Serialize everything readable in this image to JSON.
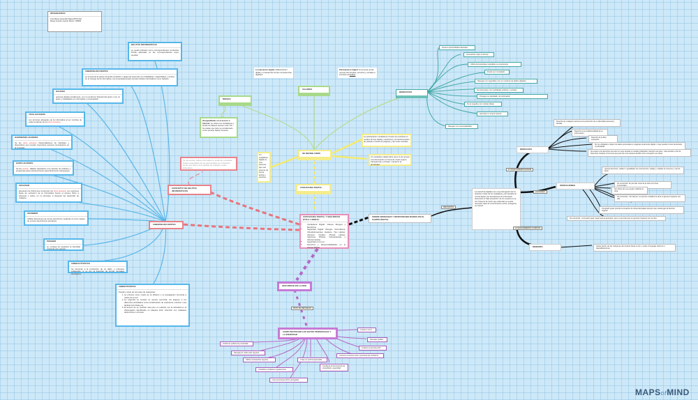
{
  "info": {
    "title": "INTEGRANTES",
    "lines": [
      "Ana María Jaramillo Mejía 8576 001",
      "Diego Andrés Guarín Marín 718966"
    ]
  },
  "left": {
    "hub": "CIBERDELINCUENTES",
    "concept_hub": "CONCEPTO DE DELITOS INFORMATICOS",
    "concept_text": "Se denominan delitos informáticos a todas las conductas ilícitas susceptibles de ser sancionadas por el derecho penal, que hacen uso indebido de cualquier medio informático.",
    "boxes": [
      {
        "title": "DELITOS INFORMATICOS",
        "body": "es ayudá indicado como correspondientes conductas ilícitas aplicadas en las correspondientes leyes penales"
      },
      {
        "title": "CIBERDELINCUENTES",
        "body": "se encuentra la gestá contenido al delinfo o atago las personas con habilidades, capacidades y recelos en el manejo de la informática y la computadora para cometer delitos informáticos como hackers."
      },
      {
        "title": "HACKER",
        "body": "persona dotada socialmente, con un conforme historial del grant o con un gusto y habilidades en informática y computación"
      },
      {
        "title": "TECH HACKERS",
        "body": "Los términos alineados de la informática al ser muchas de estas tendiente de los",
        "red": "otros sucesos."
      },
      {
        "title": "HARDWARE HACKERS",
        "pre": "Se les",
        "red": "otros sucesos",
        "body": ". Desarrolladores de hardware y dispositivos que prestan importante avances tecnológicos en la sociedad."
      },
      {
        "title": "HARD HACKERS",
        "pre": "Se les",
        "red": "conoce",
        "body": ". Hábiles diseñados a la creación de software y programas para entretenimiento específicamente videojuegos."
      },
      {
        "title": "CRACKER",
        "pre": "Expresión de fícticil que constructo los",
        "red": "otros sucesos",
        "body": ", con suprimes ideas de evolución de la informática busca el acceso ilícito a sistemas o redes, en un principio, a después del desarrollo de malware."
      },
      {
        "title": "SPAMMER",
        "body": "Infiltrar direcciones de correo electrónico mediante el envío masivo de correos electrónicos (escaneo)."
      },
      {
        "title": "PHISHER",
        "body": "se encarga de suplantar la identidad virtual de otro usuario."
      },
      {
        "title": "CIBERACTIVISTAS",
        "body": "Se interesan a la producción de un delito, o intereses colaterales, si no con la intención de formar mensajes ideológicos."
      },
      {
        "title": "CIBERATIVISTAS",
        "body": "Pueden cursar de tres tipos de categorías:",
        "list": [
          "La primera como medio de la difusión y la propagación terrorista a través de la red.",
          "La segunda es tomado su acceso terrorista, los ataques a los diferentes actividades como la fabricación de explosivos, intrusión o las tácticas terroristas etc.",
          "El tercero de se cambiar más pero en relación con la actividad en el ciberespacio identificado en ataques DoS, infección con malwares destructivos o intrusos."
        ]
      }
    ]
  },
  "center": {
    "title": "CIUDADANIA DIGITAL Y SEGURIDAD ÉTICA Y MORAL",
    "bullets": [
      "Ciudadanía Digital: Valores Riesgos y Beneficios",
      "Seguridad Digital: Riesgos Informáticos, Ciberdelincuentes, Hackers, Tipo Hacker, Ciberpol, Cracker, Phreak Hacker, Spammer, Phisher, Ciberactivistas y Ciberterroristas",
      "Seguridad en la red",
      "Derechos y Responsabilidades en el Campo Digital"
    ]
  },
  "green": {
    "valores": "VALORES",
    "riesgo": "RIESGO",
    "valores_left": {
      "bold": "La educación digital:",
      "body": "alfabetización digital y el desarrollo de las competencias digitales."
    },
    "valores_right": {
      "bold": "Participación digital:",
      "body": "la fomenta de las nuevas tecnologías, servicios y sociales e inclusión al",
      "link": "Estado"
    },
    "riesgo_text": {
      "bold": "Desigualdades en el acceso a Internet:",
      "body": "se refiere los ciudadanos y tiende de falsean acceso a las TIC. No pasan que todo se considerado como servicio básico humano."
    }
  },
  "yellow": {
    "hub": "SE DEFINE COMO",
    "hub2": "CIUDADANIA DIGITAL",
    "left_text": "Un ciudadano digital es una persona que usa internet de forma activa y efectiva.",
    "right1": "La participación ciudadana a través de prácticas en medios de tipo digital y electrónico, la transformación de pasado a través de páginas y las redes sociales.",
    "right2": "Un ciudadano digital debe tener la de acceso a la información en línea de modo seguro, transparente y privado, mantener la privacidad."
  },
  "beneficios": {
    "hub": "BENEFICIOS",
    "leaves": [
      "Genera oportunidades laborales",
      "Aprovechar mejor el tiempo",
      "Utiliza herramientas mejorables su experiencia",
      "Puede ser consultado",
      "Navegar con seguridad y de ver nombres de delitos digitales",
      "No interesarse con medidadas políticas y sociales",
      "Protegen su identidad y la información",
      "No te engañes con noticias falsas",
      "Aprender a comprometerse",
      "Navegar con responsabilidad"
    ]
  },
  "rights": {
    "hub": "SOBRE DERECHOS Y RESPONSABILIDADES EN EL CAMPO DIGITAL",
    "label": "DEFINICION",
    "text": "Los derechos digitales son una prolongación de los derechos civiles de los ciudadanos, pero llevados al mundo digital. Las asociaciones de internautas denuncian la \"falta protección\" de los usuarios en la red. Propone de hecho que cada dato se pueda reconocer tales de conocimientos online, protegerse en internet.",
    "lbl_derechos": "LO QUE PODEMOS EXIGIR",
    "lbl_oper": "ACCIONES",
    "lbl_deberes": "LO QUE DEBEMOS CUMPLIR",
    "derechos": "DERECHOS",
    "operaciones": "OPERACIONES",
    "deberes": "DEBERES",
    "derechos_leaves": [
      "Derecho de cualquier persona a la protección de su identidad personal y familiar.",
      "Derecho a la confidencialidad de la información.",
      "Derecho de la libre expresión.",
      "No me obligarán a dejar mis datos personales en páginas puramente digital, ni que pueden tomar la decisión mi identidad.",
      "No existe a los derechos de autor en este sentido el modelo publicitario. Derecho de autor, más también el fin de Derechos Creative Commons que permite a los autores decidir cómo compartir sus obras."
    ],
    "oper_leaves": [
      "genera derechos, validez e igualdades de construcción, trabajo y cuidado al consumo y red de autor.",
      "No comercial: Se permite crear de la obra con fines comerciales.",
      "Sin obras sino se puede modificar la obra.",
      "No comercial - Sin derivar, no permite modificar la obra ni generar ingresos con ella.",
      "Compartir igual: permite la creación de obras derivadas siempre que mantengan la licencia original.",
      "No comercial - Compartir igual: tiega hace al autor(es), pero no permite que se generen ingresos con la obra."
    ],
    "deberes_leaf": "Actuar dentro de los márgenes del respeto hacia el otro y evitar el lenguaje obsceno o descalificaciones."
  },
  "seguridad": {
    "hub": "SEGURIDAD EN LA RED",
    "label": "ÉSTO SE DEFINE EN",
    "hub2": "COMO PROTEGER LOS DATOS PERSONALES Y LA IDENTIDAD",
    "leaves": [
      "Verifica la política de privacidad",
      "Navega por redes web seguras",
      "Utiliza contraseñas seguras",
      "Actualiza tu software regularmente",
      "Usa conexiones Wi-Fi protegidas",
      "Crear un perfil responsable",
      "Configura la herramienta de privacidad y seguridad",
      "Cuida tu móvil",
      "Desvíate público",
      "Cuida la cuota del perfil",
      "Conocer el acceso solo a personas de confianza"
    ]
  },
  "logo": {
    "a": "MAPS",
    "of": "of",
    "b": "MIND"
  },
  "colors": {
    "blue": "#55b7ea",
    "red": "#e8828a",
    "green": "#a8d98a",
    "yellow": "#f5ec8a",
    "teal": "#45a9a5",
    "purple": "#c77ad6",
    "dark": "#111111",
    "background": "#cde8f8"
  }
}
